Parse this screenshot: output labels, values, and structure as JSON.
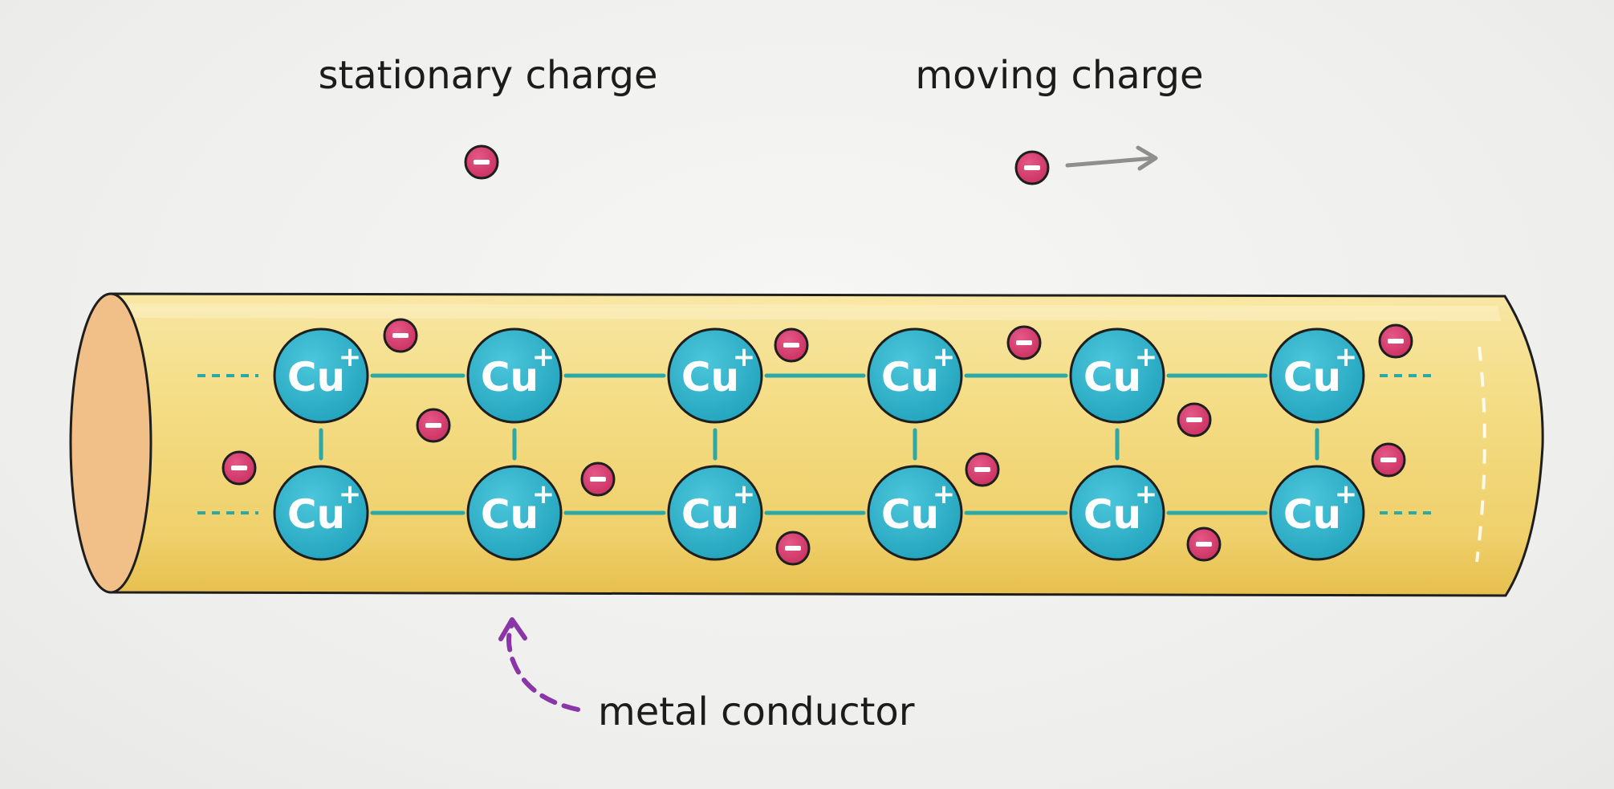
{
  "labels": {
    "stationary": "stationary charge",
    "moving": "moving charge",
    "conductor": "metal conductor"
  },
  "ion": {
    "symbol": "Cu",
    "charge": "+",
    "columns": 6,
    "rows": 2
  },
  "electron": {
    "symbol": "−"
  },
  "colors": {
    "wire_fill": "#f3dc80",
    "wire_end": "#f1c089",
    "ion_fill": "#2fb4cc",
    "bond": "#2aa9a6",
    "electron_fill": "#d63c72",
    "arrow_gray": "#8f8f8f",
    "arrow_purple": "#8a35a8"
  }
}
